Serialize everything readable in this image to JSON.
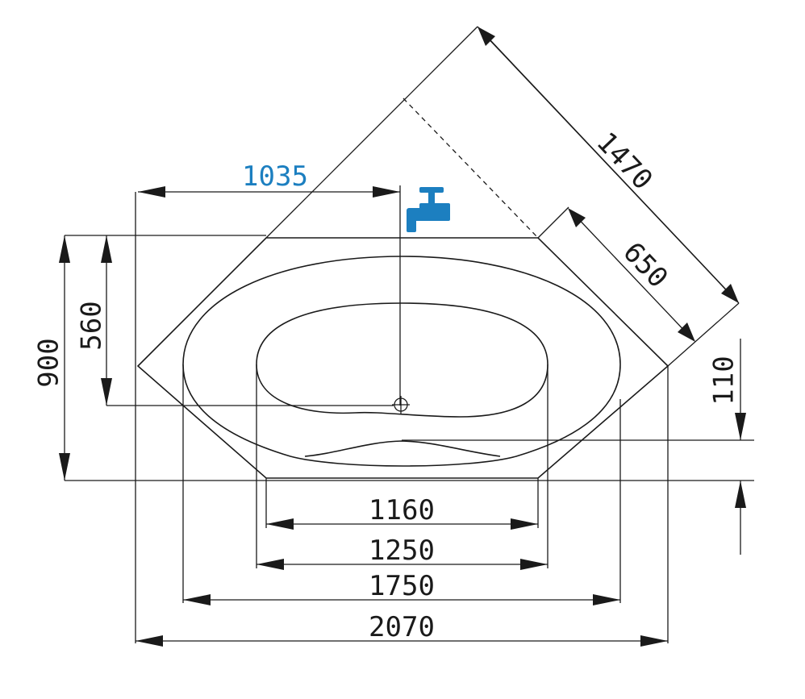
{
  "dimensions": {
    "faucet_offset": "1035",
    "diagonal_total": "1470",
    "diagonal_short": "650",
    "height_total": "900",
    "drain_offset": "560",
    "rim_step": "110",
    "inner_width": "1160",
    "basin_width": "1250",
    "shell_width": "1750",
    "overall_width": "2070"
  },
  "colors": {
    "line": "#1a1a1a",
    "accent": "#1c7fc0"
  },
  "icons": {
    "faucet": "faucet-icon",
    "drain": "drain-icon"
  }
}
